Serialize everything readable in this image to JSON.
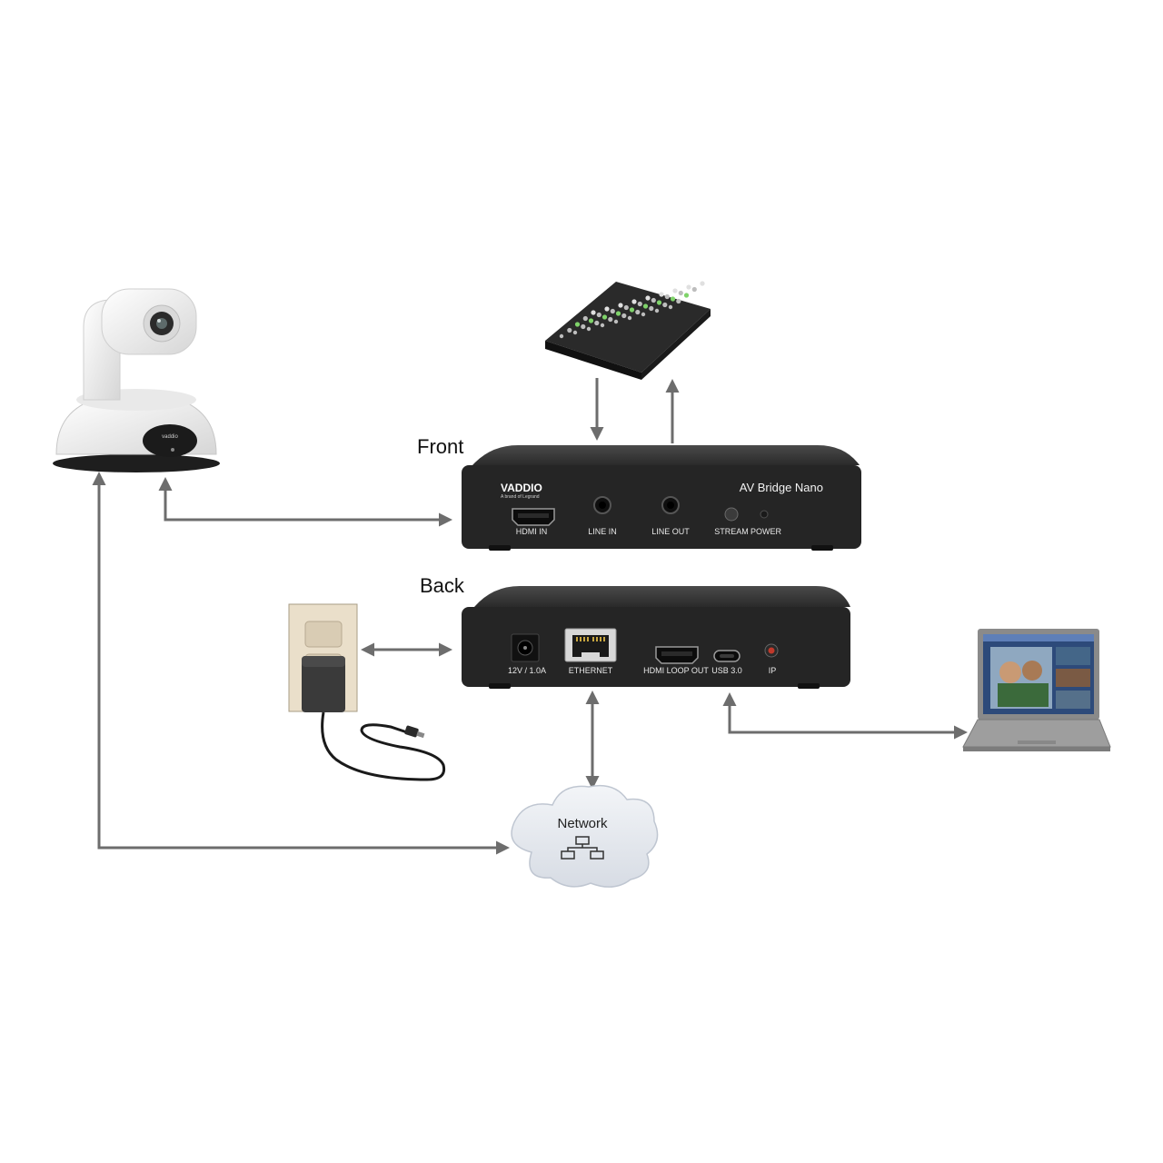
{
  "labels": {
    "front": "Front",
    "back": "Back"
  },
  "front_panel": {
    "brand": "VADDIO",
    "brand_tag": "A brand of Legrand",
    "model": "AV Bridge Nano",
    "ports": {
      "hdmi_in": "HDMI IN",
      "line_in": "LINE IN",
      "line_out": "LINE OUT",
      "stream": "STREAM",
      "power": "POWER"
    }
  },
  "back_panel": {
    "ports": {
      "dc": "12V / 1.0A",
      "ethernet": "ETHERNET",
      "hdmi_loop_out": "HDMI LOOP OUT",
      "usb": "USB 3.0",
      "ip": "IP"
    }
  },
  "network": {
    "label": "Network"
  },
  "colors": {
    "connector": "#6d6d6d",
    "device_body": "#262626",
    "device_top": "#3a3a3a",
    "camera_body": "#f0f0f0",
    "cloud": "#e4e8ee",
    "wall_plate": "#e8dcc8"
  },
  "icons": {
    "camera": "ptz-camera-icon",
    "mixer": "audio-mixer-icon",
    "power_adapter": "wall-power-adapter-icon",
    "laptop": "laptop-icon",
    "network": "network-topology-icon"
  }
}
